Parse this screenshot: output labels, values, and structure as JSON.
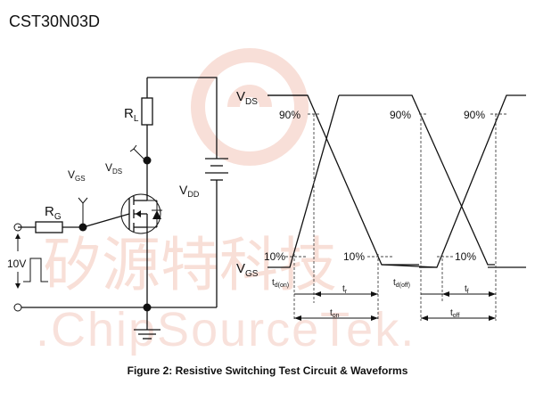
{
  "header": {
    "part_number": "CST30N03D"
  },
  "watermark": {
    "chinese": "矽源特科技",
    "english": ".ChipSourceTek."
  },
  "circuit": {
    "rl_label": "R",
    "rl_sub": "L",
    "vds_label": "V",
    "vds_sub": "DS",
    "vgs_label": "V",
    "vgs_sub": "GS",
    "rg_label": "R",
    "rg_sub": "G",
    "vdd_label": "V",
    "vdd_sub": "DD",
    "pulse_amplitude": "10V"
  },
  "waveform": {
    "vds_label": "V",
    "vds_sub": "DS",
    "vgs_label": "V",
    "vgs_sub": "GS",
    "pct90": "90%",
    "pct10": "10%",
    "t_don": "t",
    "t_don_sub": "d(on)",
    "t_r": "t",
    "t_r_sub": "r",
    "t_doff": "t",
    "t_doff_sub": "d(off)",
    "t_f": "t",
    "t_f_sub": "f",
    "t_on": "t",
    "t_on_sub": "on",
    "t_off": "t",
    "t_off_sub": "off"
  },
  "caption": "Figure 2: Resistive Switching Test Circuit & Waveforms"
}
